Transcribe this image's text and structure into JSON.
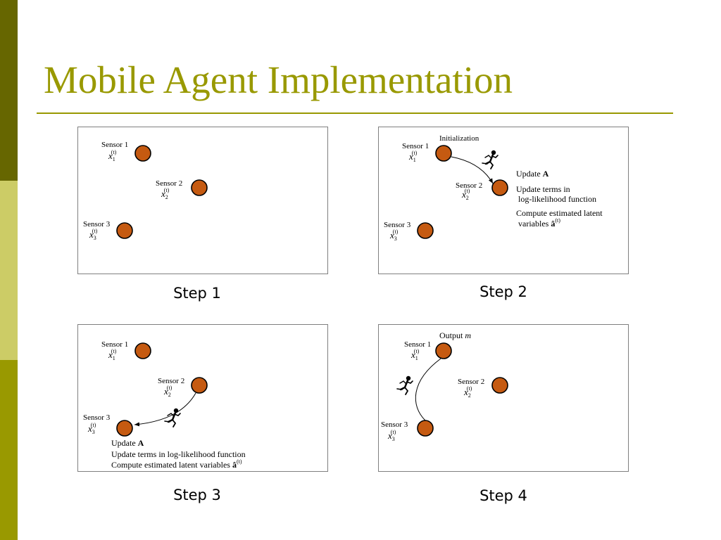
{
  "slide": {
    "title": "Mobile Agent Implementation"
  },
  "colors": {
    "accent": "#999900",
    "sidebar_dark": "#666600",
    "sidebar_light": "#cccc66",
    "sensor_fill": "#c55a11"
  },
  "sensors": {
    "s1_label": "Sensor 1",
    "s1_var": "x",
    "s1_sub": "1",
    "s1_sup": "(t)",
    "s2_label": "Sensor 2",
    "s2_var": "x",
    "s2_sub": "2",
    "s2_sup": "(t)",
    "s3_label": "Sensor 3",
    "s3_var": "x",
    "s3_sub": "3",
    "s3_sup": "(t)"
  },
  "steps": [
    {
      "caption": "Step 1"
    },
    {
      "caption": "Step 2",
      "annotation": "Initialization",
      "update_label": "Update",
      "update_symbol": "A",
      "terms_line1": "Update terms in",
      "terms_line2": "log-likelihood function",
      "compute_line1": "Compute estimated latent",
      "compute_line2": "variables",
      "latent_symbol": "â",
      "latent_sup": "(t)"
    },
    {
      "caption": "Step 3",
      "update_label": "Update",
      "update_symbol": "A",
      "terms_line": "Update terms in log-likelihood function",
      "compute_line": "Compute estimated latent variables",
      "latent_symbol": "â",
      "latent_sup": "(t)"
    },
    {
      "caption": "Step 4",
      "output_label": "Output",
      "output_symbol": "m"
    }
  ],
  "icons": {
    "agent": "running-agent-icon"
  }
}
